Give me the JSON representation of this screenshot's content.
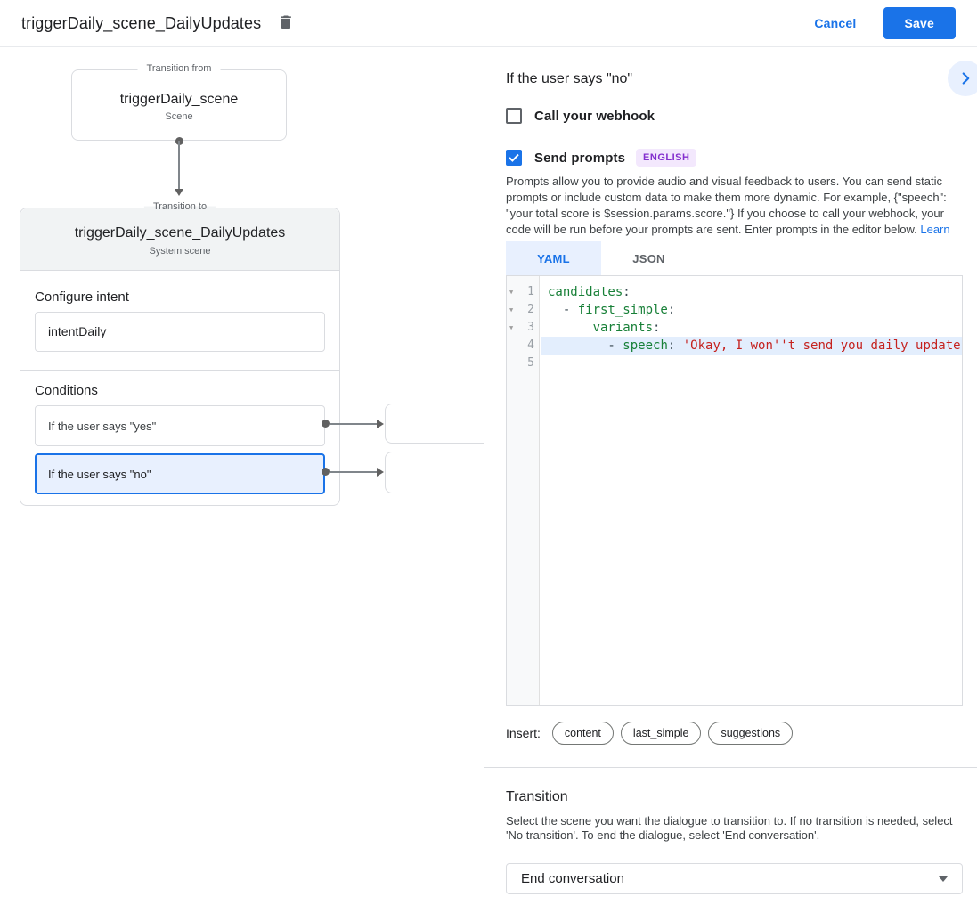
{
  "topbar": {
    "title": "triggerDaily_scene_DailyUpdates",
    "cancel_label": "Cancel",
    "save_label": "Save"
  },
  "diagram": {
    "from_box": {
      "legend": "Transition from",
      "title": "triggerDaily_scene",
      "subtitle": "Scene"
    },
    "to_box": {
      "legend": "Transition to",
      "title": "triggerDaily_scene_DailyUpdates",
      "subtitle": "System scene",
      "configure_intent_label": "Configure intent",
      "intent_value": "intentDaily",
      "conditions_label": "Conditions",
      "conditions": [
        {
          "label": "If the user says \"yes\"",
          "selected": false
        },
        {
          "label": "If the user says \"no\"",
          "selected": true
        }
      ]
    }
  },
  "panel": {
    "heading": "If the user says \"no\"",
    "webhook_label": "Call your webhook",
    "prompts_label": "Send prompts",
    "language_badge": "ENGLISH",
    "description": "Prompts allow you to provide audio and visual feedback to users. You can send static prompts or include custom data to make them more dynamic. For example, {\"speech\": \"your total score is $session.params.score.\"} If you choose to call your webhook, your code will be run before your prompts are sent. Enter prompts in the editor below. ",
    "learn_more_label": "Learn more",
    "tabs": [
      {
        "label": "YAML",
        "active": true
      },
      {
        "label": "JSON",
        "active": false
      }
    ],
    "editor": {
      "lines": [
        {
          "num": 1,
          "fold": true,
          "highlight": false,
          "segments": [
            {
              "t": "candidates",
              "c": "key"
            },
            {
              "t": ":",
              "c": "plain"
            }
          ]
        },
        {
          "num": 2,
          "fold": true,
          "highlight": false,
          "segments": [
            {
              "t": "  - ",
              "c": "plain"
            },
            {
              "t": "first_simple",
              "c": "key"
            },
            {
              "t": ":",
              "c": "plain"
            }
          ]
        },
        {
          "num": 3,
          "fold": true,
          "highlight": false,
          "segments": [
            {
              "t": "      ",
              "c": "plain"
            },
            {
              "t": "variants",
              "c": "key"
            },
            {
              "t": ":",
              "c": "plain"
            }
          ]
        },
        {
          "num": 4,
          "fold": false,
          "highlight": true,
          "segments": [
            {
              "t": "        - ",
              "c": "plain"
            },
            {
              "t": "speech",
              "c": "key"
            },
            {
              "t": ": ",
              "c": "plain"
            },
            {
              "t": "'Okay, I won''t send you daily update",
              "c": "str"
            }
          ]
        },
        {
          "num": 5,
          "fold": false,
          "highlight": false,
          "segments": []
        }
      ]
    },
    "insert_label": "Insert:",
    "insert_chips": [
      "content",
      "last_simple",
      "suggestions"
    ],
    "transition": {
      "heading": "Transition",
      "description": "Select the scene you want the dialogue to transition to. If no transition is needed, select 'No transition'. To end the dialogue, select 'End conversation'.",
      "dropdown_value": "End conversation"
    }
  },
  "colors": {
    "accent_blue": "#1a73e8",
    "selected_light_blue": "#e8f0fe",
    "badge_bg": "#f3e8fd",
    "badge_text": "#8430ce",
    "code_key_green": "#188038",
    "code_string_red": "#c5221f",
    "border_gray": "#dadce0"
  }
}
